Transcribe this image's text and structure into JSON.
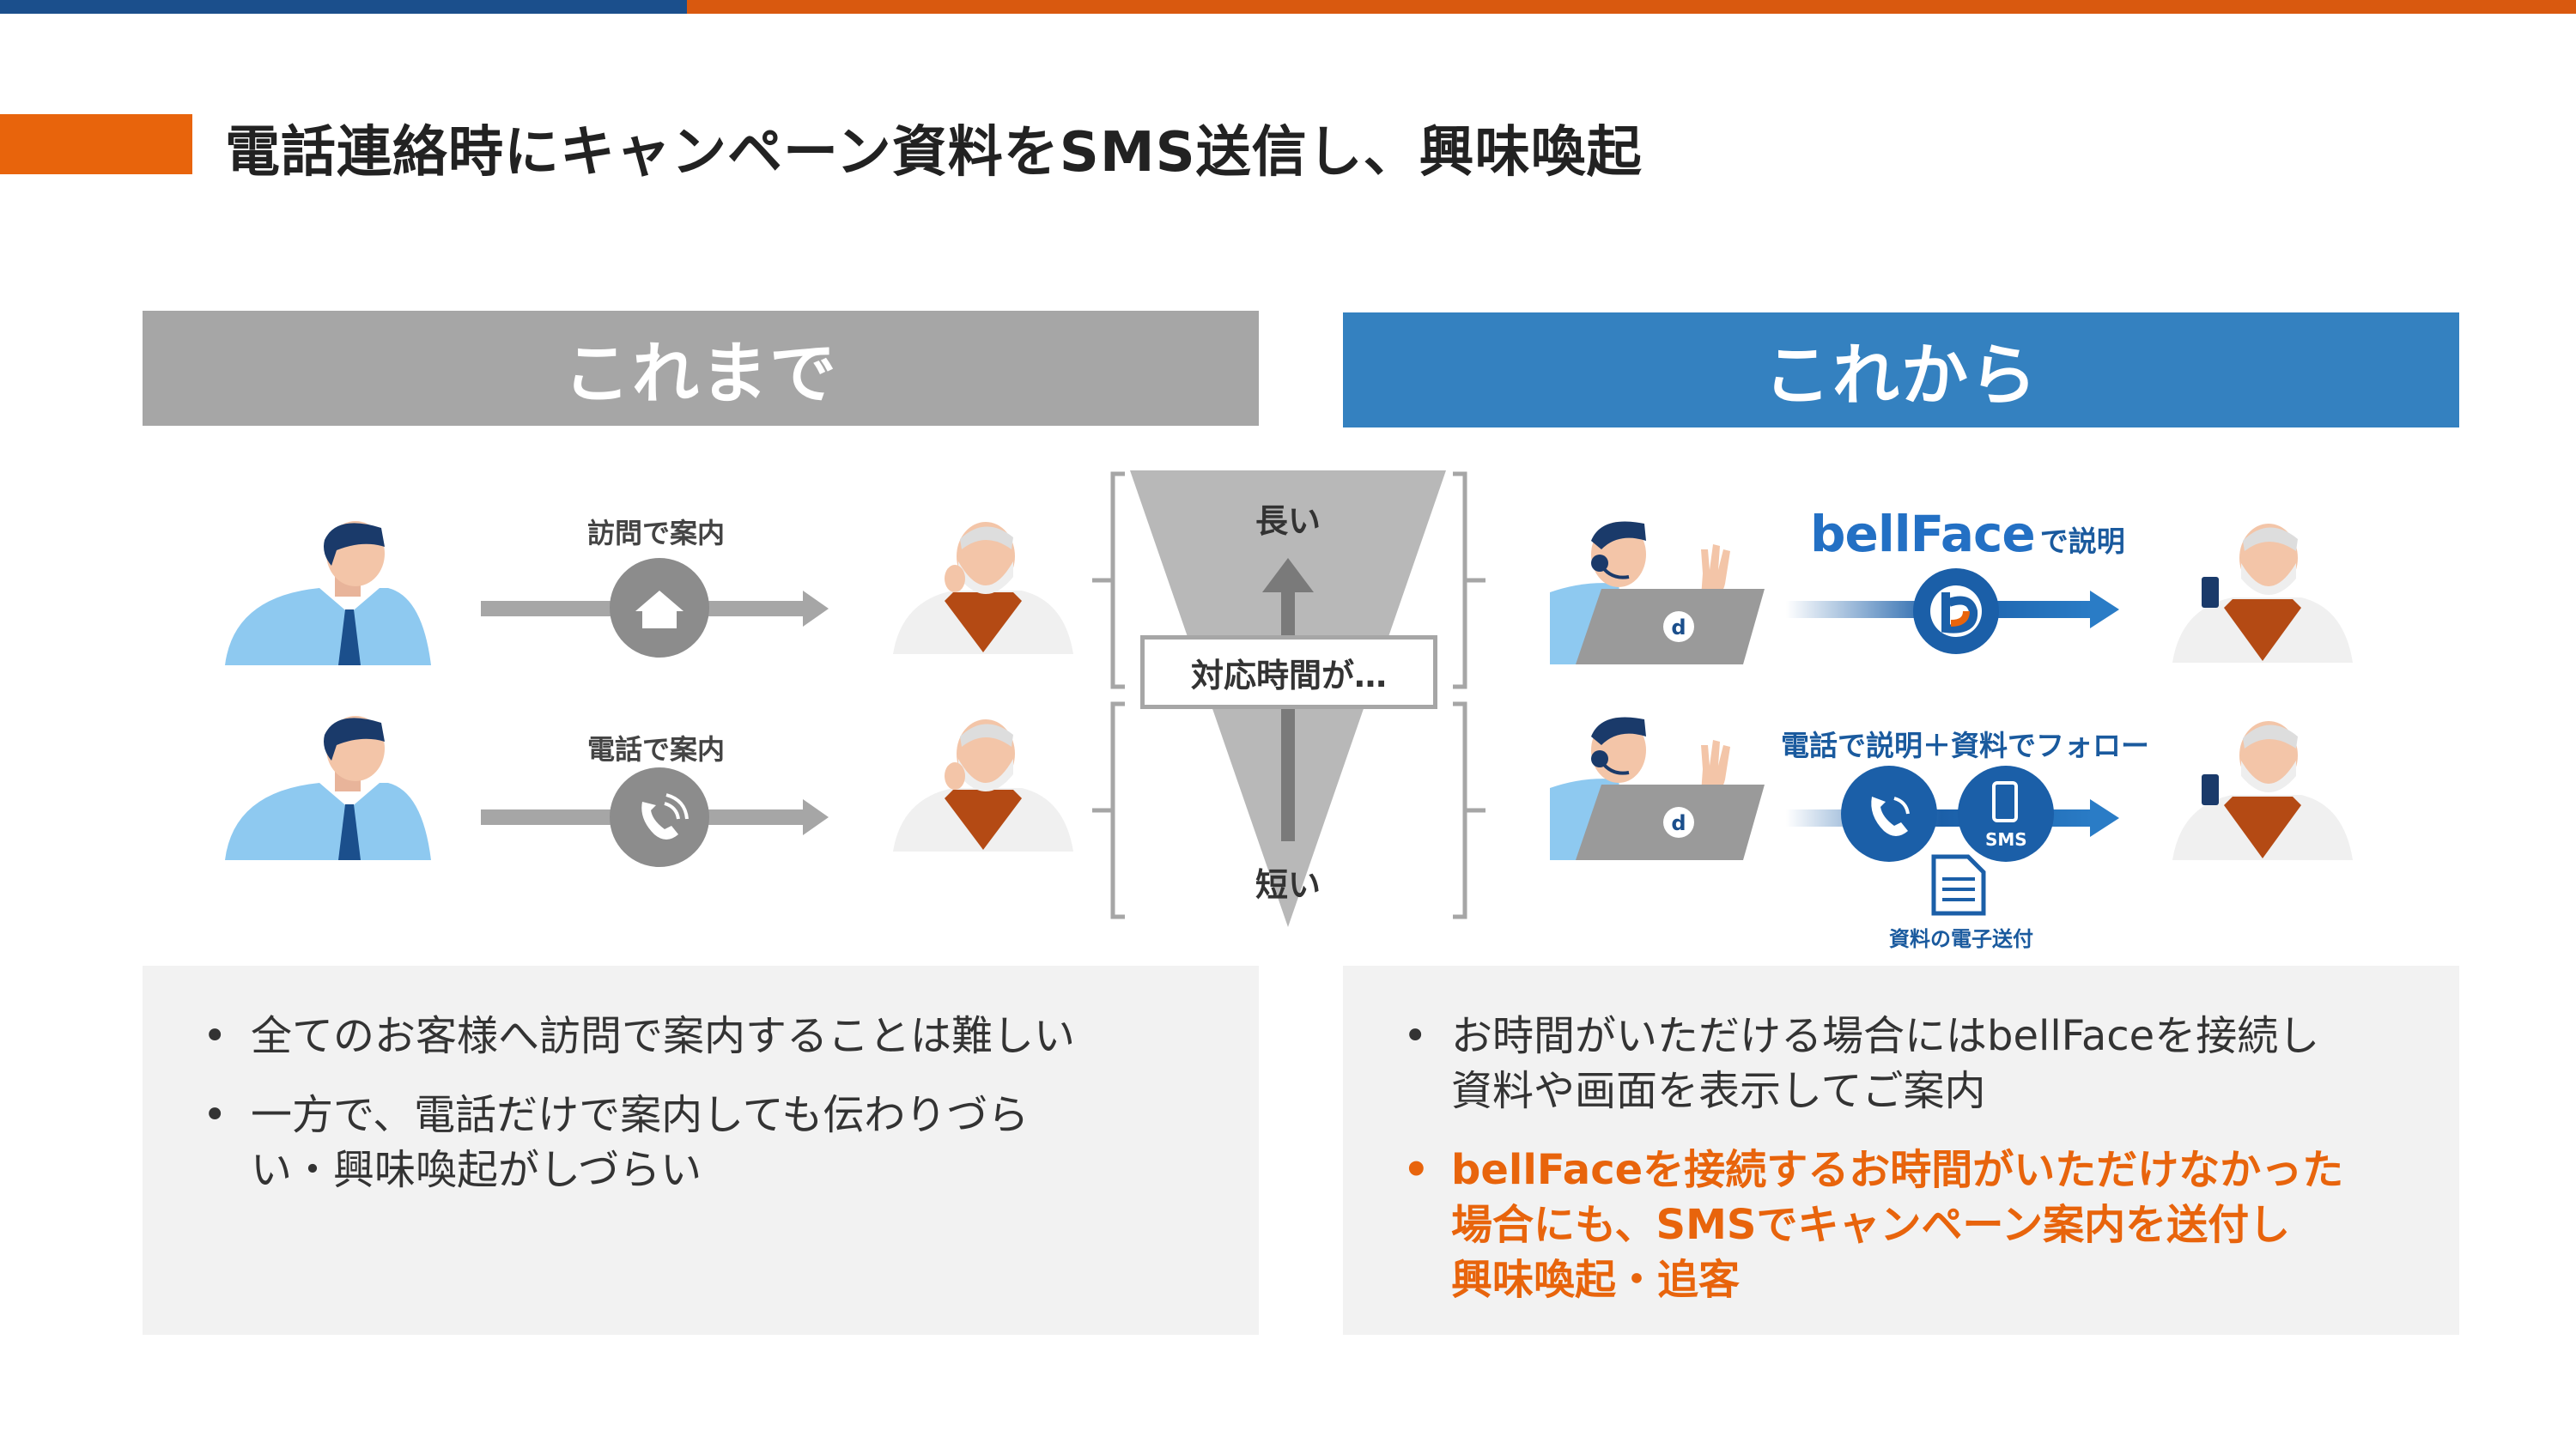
{
  "title": "電話連絡時にキャンペーン資料をSMS送信し、興味喚起",
  "left": {
    "header": "これまで",
    "row1_label": "訪問で案内",
    "row2_label": "電話で案内",
    "bullets": [
      "全てのお客様へ訪問で案内することは難しい",
      "一方で、電話だけで案内しても伝わりづら",
      "い・興味喚起がしづらい"
    ]
  },
  "center": {
    "top_label": "長い",
    "bottom_label": "短い",
    "box_label": "対応時間が…"
  },
  "right": {
    "header": "これから",
    "logo": "bellFace",
    "row1_suffix": "で説明",
    "row2_label": "電話で説明＋資料でフォロー",
    "sms_label": "SMS",
    "doc_label": "資料の電子送付",
    "bullets": [
      "お時間がいただける場合にはbellFaceを接続し",
      "資料や画面を表示してご案内",
      "bellFaceを接続するお時間がいただけなかった",
      "場合にも、SMSでキャンペーン案内を送付し",
      "興味喚起・追客"
    ]
  },
  "bullet_glyph": "•",
  "colors": {
    "orange": "#e8640c",
    "blue_header": "#3481c0",
    "gray_header": "#a6a6a6",
    "dark_blue": "#1b4f8c",
    "panel_bg": "#f2f2f2"
  }
}
